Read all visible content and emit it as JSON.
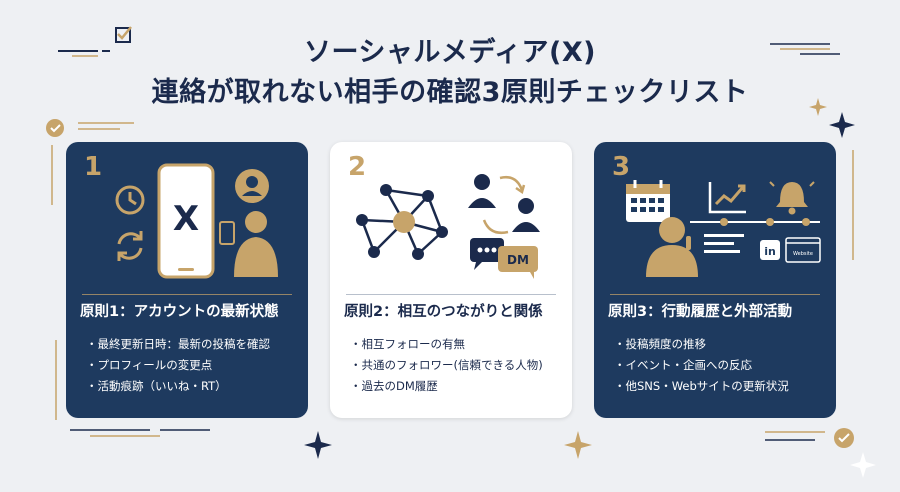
{
  "header": {
    "title_line1": "ソーシャルメディア(X)",
    "title_line2": "連絡が取れない相手の確認3原則チェックリスト"
  },
  "cards": [
    {
      "number": "1",
      "title": "原則1：アカウントの最新状態",
      "icon_letter": "X",
      "items": [
        "最終更新日時：最新の投稿を確認",
        "プロフィールの変更点",
        "活動痕跡（いいね・RT）"
      ]
    },
    {
      "number": "2",
      "title": "原則2：相互のつながりと関係",
      "dm_label": "DM",
      "items": [
        "相互フォローの有無",
        "共通のフォロワー(信頼できる人物)",
        "過去のDM履歴"
      ]
    },
    {
      "number": "3",
      "title": "原則3：行動履歴と外部活動",
      "linkedin_label": "in",
      "website_label": "Website",
      "items": [
        "投稿頻度の推移",
        "イベント・企画への反応",
        "他SNS・Webサイトの更新状況"
      ]
    }
  ],
  "colors": {
    "navy": "#1e3a5f",
    "gold": "#c7a46a",
    "background": "#eef0f3"
  }
}
